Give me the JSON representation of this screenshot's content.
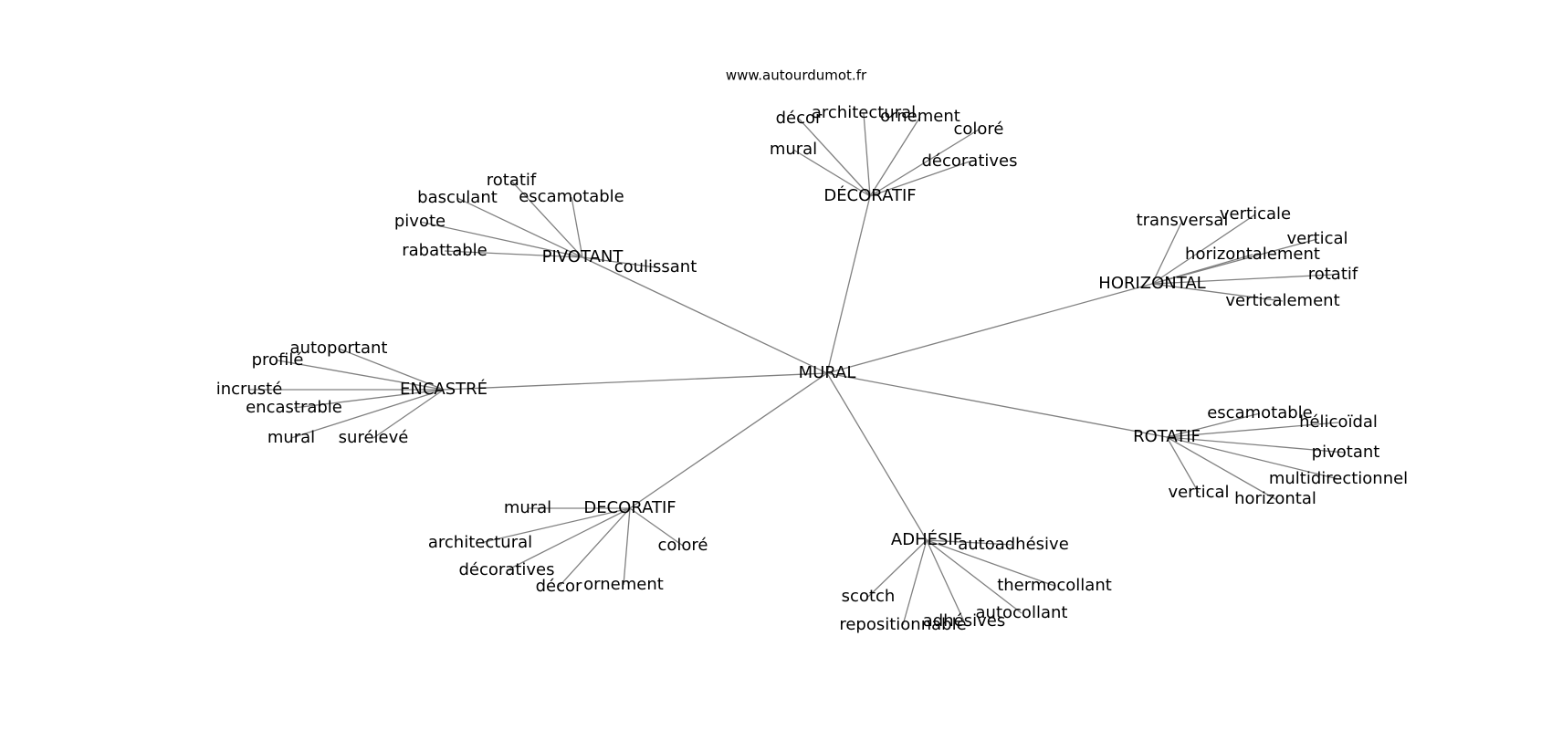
{
  "source": "www.autourdumot.fr",
  "graph": {
    "center": "MURAL",
    "groups": [
      {
        "id": "decoratif-top",
        "label": "DÉCORATIF",
        "leaves": [
          "décor",
          "architectural",
          "ornement",
          "coloré",
          "mural",
          "décoratives"
        ]
      },
      {
        "id": "pivotant",
        "label": "PIVOTANT",
        "leaves": [
          "rotatif",
          "basculant",
          "escamotable",
          "pivote",
          "rabattable",
          "coulissant"
        ]
      },
      {
        "id": "horizontal",
        "label": "HORIZONTAL",
        "leaves": [
          "transversal",
          "verticale",
          "vertical",
          "horizontalement",
          "rotatif",
          "verticalement"
        ]
      },
      {
        "id": "encastre",
        "label": "ENCASTRÉ",
        "leaves": [
          "autoportant",
          "profilé",
          "incrusté",
          "encastrable",
          "mural",
          "surélevé"
        ]
      },
      {
        "id": "rotatif",
        "label": "ROTATIF",
        "leaves": [
          "escamotable",
          "hélicoïdal",
          "pivotant",
          "multidirectionnel",
          "vertical",
          "horizontal"
        ]
      },
      {
        "id": "decoratif-bottom",
        "label": "DECORATIF",
        "leaves": [
          "mural",
          "architectural",
          "coloré",
          "décoratives",
          "décor",
          "ornement"
        ]
      },
      {
        "id": "adhesif",
        "label": "ADHÉSIF",
        "leaves": [
          "autoadhésive",
          "thermocollant",
          "scotch",
          "autocollant",
          "adhésives",
          "repositionnable"
        ]
      }
    ]
  }
}
